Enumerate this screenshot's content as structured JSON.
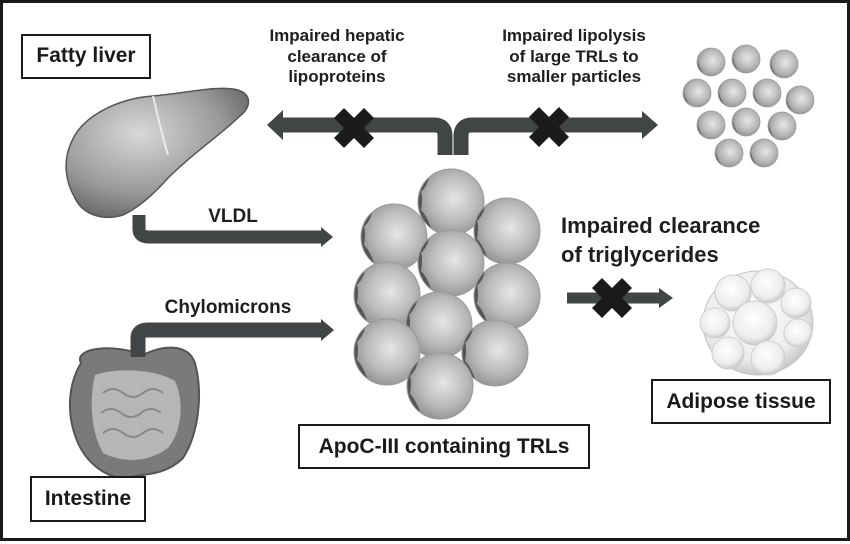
{
  "diagram": {
    "title": "ApoC-III containing TRL metabolism in fatty liver",
    "organs": {
      "liver": {
        "label": "Fatty liver",
        "icon": "liver-illustration"
      },
      "intestine": {
        "label": "Intestine",
        "icon": "intestine-illustration"
      },
      "adipose": {
        "label": "Adipose tissue",
        "icon": "adipose-tissue-illustration"
      },
      "trls": {
        "label": "ApoC-III containing TRLs",
        "icon": "lipoprotein-particle-cluster",
        "particle_count": 10
      },
      "small_particles": {
        "icon": "small-particle-cluster",
        "particle_count": 12
      }
    },
    "flows": {
      "vldl": {
        "label": "VLDL",
        "from": "Fatty liver",
        "to": "ApoC-III containing TRLs",
        "blocked": false
      },
      "chylomicrons": {
        "label": "Chylomicrons",
        "from": "Intestine",
        "to": "ApoC-III containing TRLs",
        "blocked": false
      },
      "hepatic_clearance": {
        "lines": [
          "Impaired hepatic",
          "clearance of",
          "lipoproteins"
        ],
        "from": "ApoC-III containing TRLs",
        "to": "Fatty liver",
        "blocked": true
      },
      "lipolysis": {
        "lines": [
          "Impaired lipolysis",
          "of large TRLs to",
          "smaller particles"
        ],
        "from": "ApoC-III containing TRLs",
        "to": "smaller particles",
        "blocked": true
      },
      "triglyceride_clearance": {
        "lines": [
          "Impaired clearance",
          "of triglycerides"
        ],
        "from": "ApoC-III containing TRLs",
        "to": "Adipose tissue",
        "blocked": true
      }
    },
    "colors": {
      "arrow": "#414545",
      "block_mark": "#1b1b1b",
      "text": "#1e1e1e",
      "border": "#1a1a1a"
    }
  }
}
